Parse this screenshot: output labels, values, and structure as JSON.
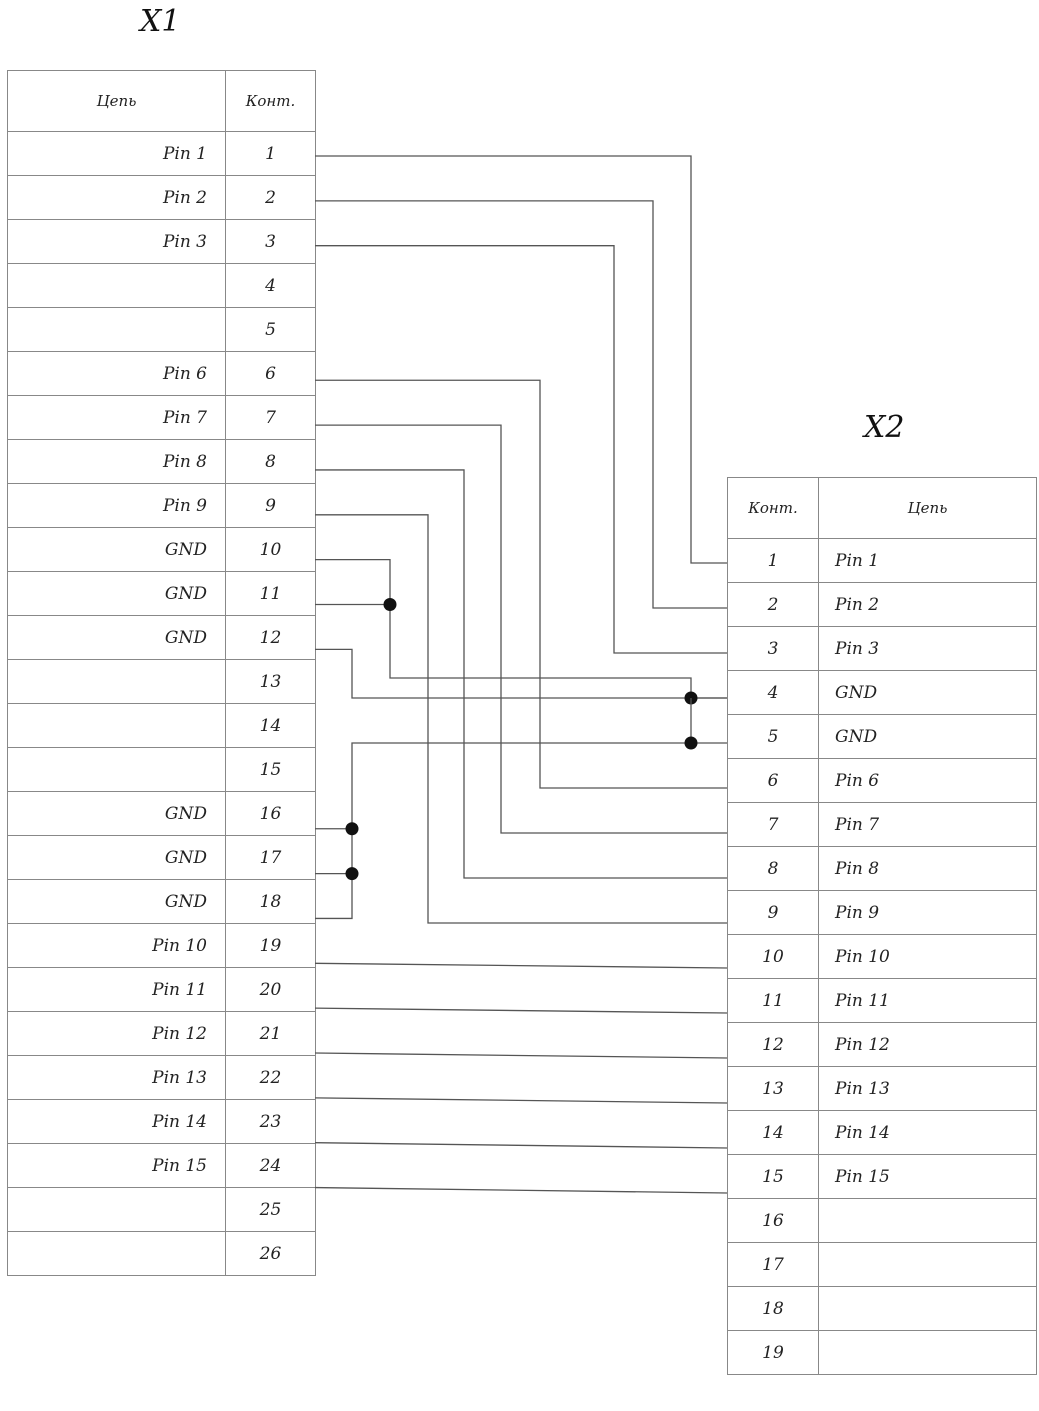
{
  "x1": {
    "title": "X1",
    "header": {
      "net": "Цепь",
      "pin": "Конт."
    },
    "rows": [
      {
        "pin": "1",
        "net": "Pin 1"
      },
      {
        "pin": "2",
        "net": "Pin 2"
      },
      {
        "pin": "3",
        "net": "Pin 3"
      },
      {
        "pin": "4",
        "net": ""
      },
      {
        "pin": "5",
        "net": ""
      },
      {
        "pin": "6",
        "net": "Pin 6"
      },
      {
        "pin": "7",
        "net": "Pin 7"
      },
      {
        "pin": "8",
        "net": "Pin 8"
      },
      {
        "pin": "9",
        "net": "Pin 9"
      },
      {
        "pin": "10",
        "net": "GND"
      },
      {
        "pin": "11",
        "net": "GND"
      },
      {
        "pin": "12",
        "net": "GND"
      },
      {
        "pin": "13",
        "net": ""
      },
      {
        "pin": "14",
        "net": ""
      },
      {
        "pin": "15",
        "net": ""
      },
      {
        "pin": "16",
        "net": "GND"
      },
      {
        "pin": "17",
        "net": "GND"
      },
      {
        "pin": "18",
        "net": "GND"
      },
      {
        "pin": "19",
        "net": "Pin 10"
      },
      {
        "pin": "20",
        "net": "Pin 11"
      },
      {
        "pin": "21",
        "net": "Pin 12"
      },
      {
        "pin": "22",
        "net": "Pin 13"
      },
      {
        "pin": "23",
        "net": "Pin 14"
      },
      {
        "pin": "24",
        "net": "Pin 15"
      },
      {
        "pin": "25",
        "net": ""
      },
      {
        "pin": "26",
        "net": ""
      }
    ]
  },
  "x2": {
    "title": "X2",
    "header": {
      "pin": "Конт.",
      "net": "Цепь"
    },
    "rows": [
      {
        "pin": "1",
        "net": "Pin 1"
      },
      {
        "pin": "2",
        "net": "Pin 2"
      },
      {
        "pin": "3",
        "net": "Pin 3"
      },
      {
        "pin": "4",
        "net": "GND"
      },
      {
        "pin": "5",
        "net": "GND"
      },
      {
        "pin": "6",
        "net": "Pin 6"
      },
      {
        "pin": "7",
        "net": "Pin 7"
      },
      {
        "pin": "8",
        "net": "Pin 8"
      },
      {
        "pin": "9",
        "net": "Pin 9"
      },
      {
        "pin": "10",
        "net": "Pin 10"
      },
      {
        "pin": "11",
        "net": "Pin 11"
      },
      {
        "pin": "12",
        "net": "Pin 12"
      },
      {
        "pin": "13",
        "net": "Pin 13"
      },
      {
        "pin": "14",
        "net": "Pin 14"
      },
      {
        "pin": "15",
        "net": "Pin 15"
      },
      {
        "pin": "16",
        "net": ""
      },
      {
        "pin": "17",
        "net": ""
      },
      {
        "pin": "18",
        "net": ""
      },
      {
        "pin": "19",
        "net": ""
      }
    ]
  },
  "connections": [
    {
      "from": 1,
      "to": 1
    },
    {
      "from": 2,
      "to": 2
    },
    {
      "from": 3,
      "to": 3
    },
    {
      "from": 6,
      "to": 6
    },
    {
      "from": 7,
      "to": 7
    },
    {
      "from": 8,
      "to": 8
    },
    {
      "from": 9,
      "to": 9
    },
    {
      "from": 10,
      "to": 4,
      "junction": true
    },
    {
      "from": 11,
      "to": 4,
      "junction": true
    },
    {
      "from": 12,
      "to": 4
    },
    {
      "from": 16,
      "to": 5,
      "junction": true
    },
    {
      "from": 17,
      "to": 5,
      "junction": true
    },
    {
      "from": 18,
      "to": 5
    },
    {
      "from": 19,
      "to": 10
    },
    {
      "from": 20,
      "to": 11
    },
    {
      "from": 21,
      "to": 12
    },
    {
      "from": 22,
      "to": 13
    },
    {
      "from": 23,
      "to": 14
    },
    {
      "from": 24,
      "to": 15
    }
  ]
}
